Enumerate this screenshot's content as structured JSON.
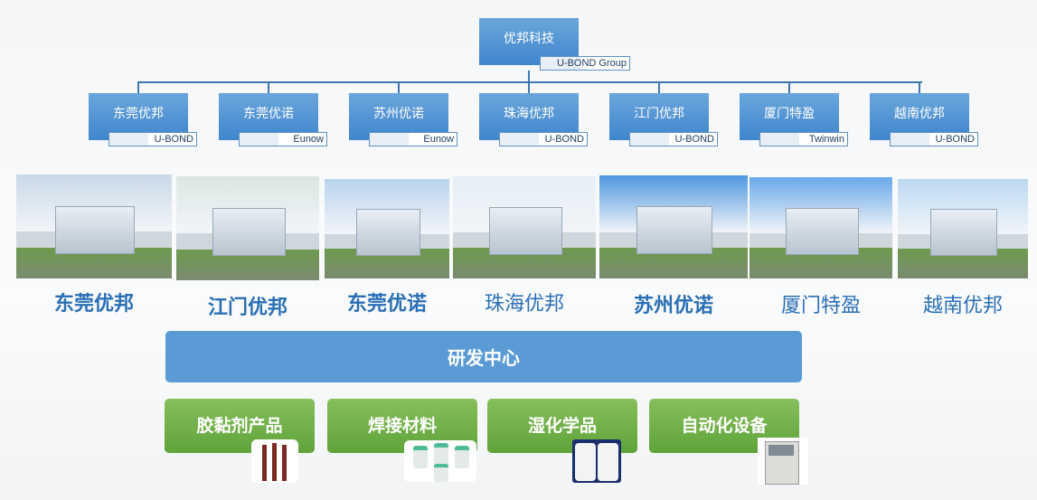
{
  "root": {
    "name": "优邦科技",
    "tag": "U-BOND Group"
  },
  "subsidiaries": [
    {
      "name": "东莞优邦",
      "tag": "U-BOND"
    },
    {
      "name": "东莞优诺",
      "tag": "Eunow"
    },
    {
      "name": "苏州优诺",
      "tag": "Eunow"
    },
    {
      "name": "珠海优邦",
      "tag": "U-BOND"
    },
    {
      "name": "江门优邦",
      "tag": "U-BOND"
    },
    {
      "name": "厦门特盈",
      "tag": "Twinwin"
    },
    {
      "name": "越南优邦",
      "tag": "U-BOND"
    }
  ],
  "sites": [
    "东莞优邦",
    "江门优邦",
    "东莞优诺",
    "珠海优邦",
    "苏州优诺",
    "厦门特盈",
    "越南优邦"
  ],
  "rd_center": "研发中心",
  "products": [
    "胶黏剂产品",
    "焊接材料",
    "湿化学品",
    "自动化设备"
  ]
}
